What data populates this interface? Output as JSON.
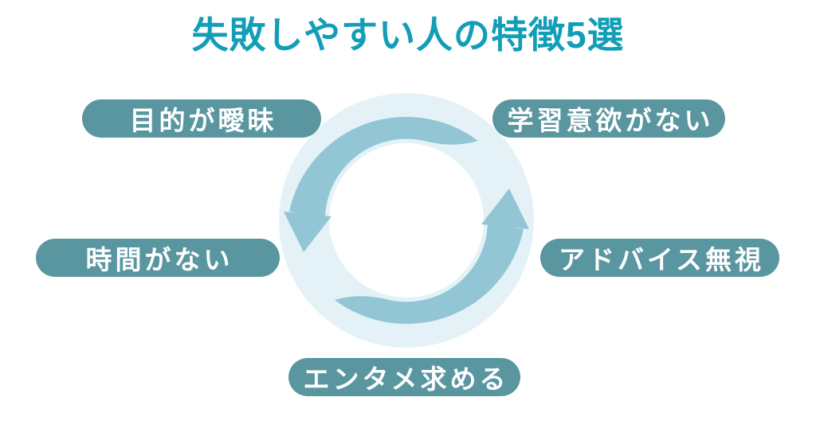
{
  "title": "失敗しやすい人の特徴5選",
  "labels": [
    {
      "text": "目的が曖昧",
      "position": "top-left"
    },
    {
      "text": "学習意欲がない",
      "position": "top-right"
    },
    {
      "text": "時間がない",
      "position": "middle-left"
    },
    {
      "text": "アドバイス無視",
      "position": "middle-right"
    },
    {
      "text": "エンタメ求める",
      "position": "bottom-center"
    }
  ],
  "diagram": {
    "type": "cycle",
    "rotation": "counterclockwise",
    "arrow_count": 2,
    "arrow_icons": [
      "curved-arrow-ccw-top",
      "curved-arrow-ccw-bottom"
    ]
  },
  "colors": {
    "title": "#129EB7",
    "pill_background": "#5A96A0",
    "pill_text": "#FFFFFF",
    "outer_circle": "#E4F2F8",
    "inner_circle": "#FFFFFF",
    "arrow": "#92C6D4",
    "page_background": "#FFFFFF"
  }
}
